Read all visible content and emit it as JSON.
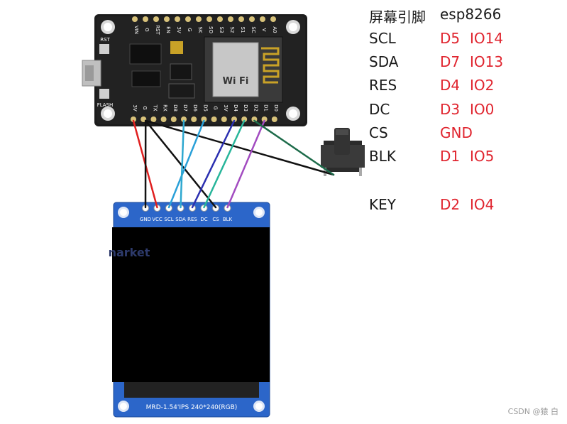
{
  "pin_map": {
    "header": {
      "screen": "屏幕引脚",
      "board": "esp8266"
    },
    "rows": [
      {
        "screen": "SCL",
        "d": "D5",
        "io": "IO14"
      },
      {
        "screen": "SDA",
        "d": "D7",
        "io": "IO13"
      },
      {
        "screen": "RES",
        "d": "D4",
        "io": "IO2"
      },
      {
        "screen": "DC",
        "d": "D3",
        "io": "IO0"
      },
      {
        "screen": "CS",
        "d": "GND",
        "io": ""
      },
      {
        "screen": "BLK",
        "d": "D1",
        "io": "IO5"
      }
    ],
    "key_row": {
      "screen": "KEY",
      "d": "D2",
      "io": "IO4"
    }
  },
  "esp_board": {
    "top_pins": [
      "VIN",
      "G",
      "RST",
      "EN",
      "3V",
      "G",
      "SK",
      "SO",
      "S3",
      "S2",
      "S1",
      "SC",
      "V",
      "A0"
    ],
    "bottom_pins": [
      "3V",
      "G",
      "TX",
      "RX",
      "D8",
      "D7",
      "D6",
      "D5",
      "G",
      "3V",
      "D4",
      "D3",
      "D2",
      "D1",
      "D0"
    ],
    "rst_label": "RST",
    "flash_label": "FLASH",
    "module_label": "Wi Fi"
  },
  "lcd": {
    "pins": [
      "GND",
      "VCC",
      "SCL",
      "SDA",
      "RES",
      "DC",
      "CS",
      "BLK"
    ],
    "bottom_label": "MRD-1.54'IPS  240*240(RGB)",
    "logo_text": "narket"
  },
  "wires": [
    {
      "from": "3V",
      "to": "VCC",
      "color": "#e02020"
    },
    {
      "from": "G",
      "to": "GND",
      "color": "#111111"
    },
    {
      "from": "G",
      "to": "CS",
      "color": "#111111"
    },
    {
      "from": "G",
      "to": "button",
      "color": "#111111"
    },
    {
      "from": "D5",
      "to": "SCL",
      "color": "#2aa0d8"
    },
    {
      "from": "D7",
      "to": "SDA",
      "color": "#2ea8d0"
    },
    {
      "from": "D4",
      "to": "RES",
      "color": "#2b2fb0"
    },
    {
      "from": "D3",
      "to": "DC",
      "color": "#27b59a"
    },
    {
      "from": "D1",
      "to": "BLK",
      "color": "#a24bc0"
    },
    {
      "from": "D2",
      "to": "button",
      "color": "#1d6b4a"
    }
  ],
  "watermark": "CSDN @猿 白"
}
